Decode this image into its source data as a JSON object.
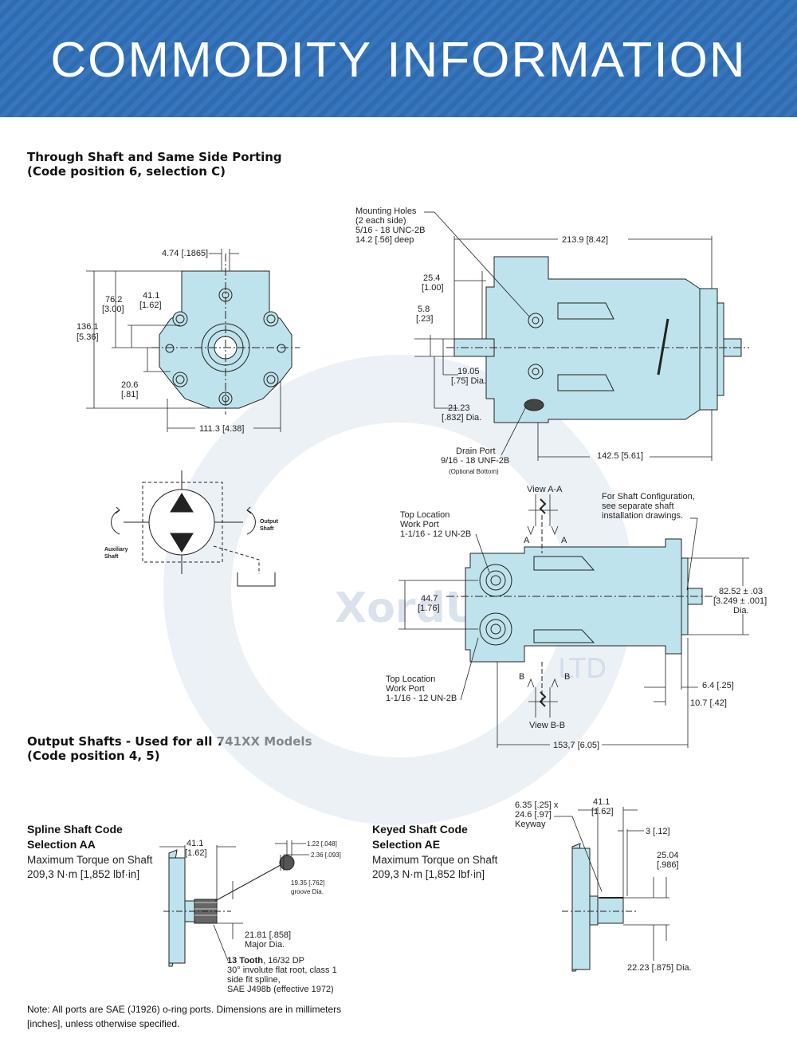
{
  "banner": {
    "title": "COMMODITY INFORMATION"
  },
  "section1": {
    "title": "Through Shaft and Same Side Porting",
    "subtitle": "(Code position 6, selection C)"
  },
  "front_view": {
    "dim_slot": "4.74 [.1865]",
    "dim_762_a": "76.2",
    "dim_762_b": "[3.00]",
    "dim_411_a": "41.1",
    "dim_411_b": "[1.62]",
    "dim_1361_a": "136.1",
    "dim_1361_b": "[5.36]",
    "dim_206_a": "20.6",
    "dim_206_b": "[.81]",
    "dim_1113": "111.3 [4.38]"
  },
  "side_view": {
    "mounting_1": "Mounting Holes",
    "mounting_2": "(2 each side)",
    "mounting_3": "5/16 - 18 UNC-2B",
    "mounting_4": "14.2 [.56] deep",
    "dim_2139": "213.9 [8.42]",
    "dim_254_a": "25.4",
    "dim_254_b": "[1.00]",
    "dim_58_a": "5.8",
    "dim_58_b": "[.23]",
    "dim_1905_a": "19.05",
    "dim_1905_b": "[.75] Dia.",
    "dim_2123_a": "21.23",
    "dim_2123_b": "[.832] Dia.",
    "drain_1": "Drain Port",
    "drain_2": "9/16 - 18 UNF-2B",
    "drain_3": "(Optional Bottom)",
    "dim_1425": "142.5 [5.61]"
  },
  "schematic": {
    "auxiliary_1": "Auxiliary",
    "auxiliary_2": "Shaft",
    "output_1": "Output",
    "output_2": "Shaft"
  },
  "top_view": {
    "view_aa": "View A-A",
    "letter_a": "A",
    "letter_b": "B",
    "top_loc_1": "Top Location",
    "top_loc_2": "Work Port",
    "top_loc_3": "1-1/16 - 12 UN-2B",
    "shaft_cfg_1": "For Shaft Configuration,",
    "shaft_cfg_2": "see separate shaft",
    "shaft_cfg_3": "installation drawings.",
    "dim_447_a": "44.7",
    "dim_447_b": "[1.76]",
    "dim_8252_a": "82.52 ± .03",
    "dim_8252_b": "[3.249 ± .001]",
    "dim_8252_c": "Dia.",
    "bot_loc_1": "Top Location",
    "bot_loc_2": "Work Port",
    "bot_loc_3": "1-1/16 - 12 UN-2B",
    "view_bb": "View B-B",
    "dim_64": "6.4 [.25]",
    "dim_107": "10.7 [.42]",
    "dim_1537": "153,7 [6.05]"
  },
  "watermark": {
    "brand": "XordUdell",
    "sub": "LTD"
  },
  "section2": {
    "title": "Output Shafts - Used for all 741XX Models",
    "subtitle": "(Code position 4, 5)"
  },
  "spline": {
    "title_1": "Spline Shaft Code",
    "title_2": "Selection AA",
    "desc_1": "Maximum Torque on Shaft",
    "desc_2": "209,3 N·m [1,852 lbf·in]",
    "dim_411_a": "41.1",
    "dim_411_b": "[1.62]",
    "dim_122": "1.22 [.048]",
    "dim_236": "2.36 [.093]",
    "dim_1935_a": "19.35 [.762]",
    "dim_1935_b": "groove Dia.",
    "dim_2181_a": "21.81 [.858]",
    "dim_2181_b": "Major Dia.",
    "tooth_bold": "13 Tooth",
    "tooth_1": ", 16/32 DP",
    "tooth_2": "30° involute flat root, class 1",
    "tooth_3": "side fit spline,",
    "tooth_4": "SAE J498b (effective 1972)"
  },
  "keyed": {
    "title_1": "Keyed Shaft Code",
    "title_2": "Selection AE",
    "desc_1": "Maximum Torque on Shaft",
    "desc_2": "209,3 N·m [1,852 lbf·in]",
    "key_1": "6.35 [.25] x",
    "key_2": "24.6 [.97]",
    "key_3": "Keyway",
    "dim_411_a": "41.1",
    "dim_411_b": "[1.62]",
    "dim_3": "3 [.12]",
    "dim_2504_a": "25.04",
    "dim_2504_b": "[.986]",
    "dim_2223": "22.23 [.875] Dia."
  },
  "note": {
    "line_1": "Note:  All ports are SAE (J1926) o-ring ports.  Dimensions are in millimeters",
    "line_2": "[inches], unless otherwise specified."
  },
  "colors": {
    "banner": "#2f6bb0",
    "pump_fill": "#bfe3ec",
    "line": "#222222"
  }
}
